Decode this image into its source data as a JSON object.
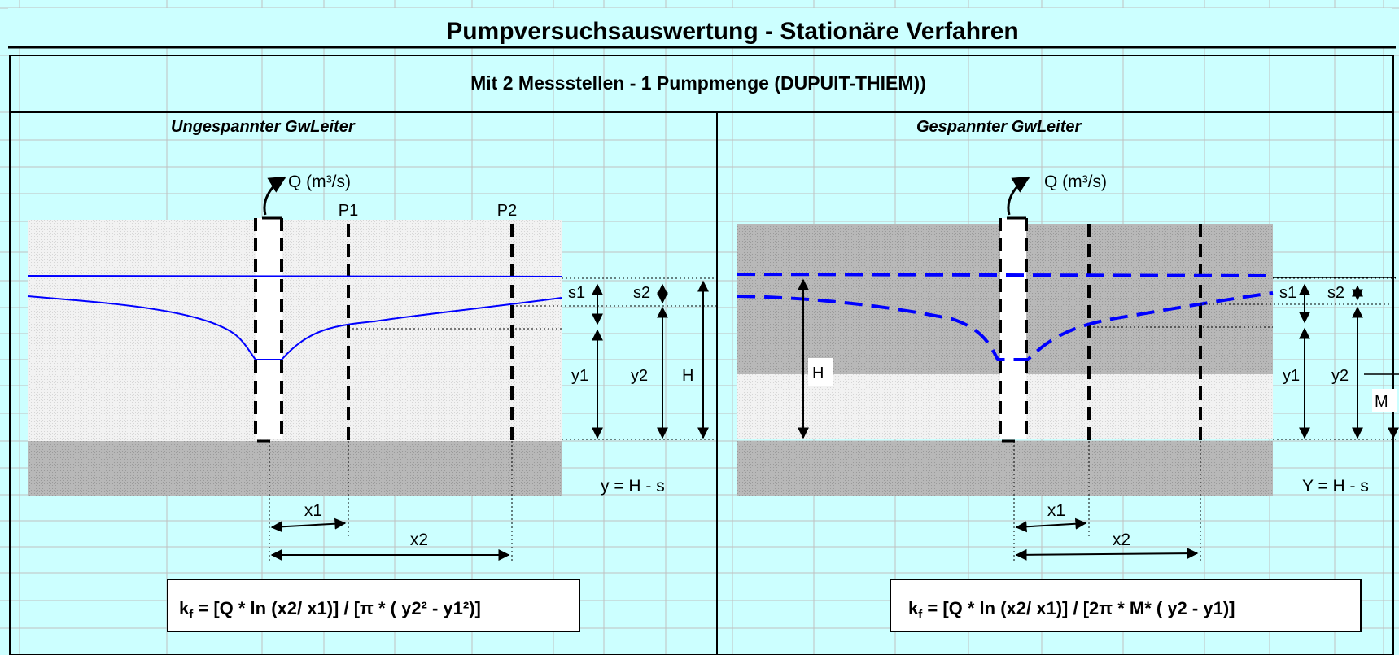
{
  "title": "Pumpversuchsauswertung - Stationäre Verfahren",
  "subtitle": "Mit 2 Messstellen - 1 Pumpmenge (DUPUIT-THIEM))",
  "left": {
    "heading": "Ungespannter GwLeiter",
    "q_label": "Q (m³/s)",
    "p1": "P1",
    "p2": "P2",
    "s1": "s1",
    "s2": "s2",
    "y1": "y1",
    "y2": "y2",
    "H": "H",
    "relation": "y = H - s",
    "x1": "x1",
    "x2": "x2",
    "formula_k": "k",
    "formula_sub": "f",
    "formula_rest": " = [Q  * ln (x2/ x1)] / [π * ( y2² - y1²)]"
  },
  "right": {
    "heading": "Gespannter GwLeiter",
    "q_label": "Q (m³/s)",
    "s1": "s1",
    "s2": "s2",
    "y1": "y1",
    "y2": "y2",
    "H": "H",
    "M": "M",
    "relation": "Y = H - s",
    "x1": "x1",
    "x2": "x2",
    "formula_k": "k",
    "formula_sub": "f",
    "formula_rest": " = [Q * ln (x2/ x1)] / [2π * M* ( y2 - y1)]"
  },
  "colors": {
    "background": "#ccffff",
    "grid": "#c0c0c0",
    "water_line": "#0000ff",
    "aquifer_light": "#f0f0f0",
    "aquifer_dark": "#b4b4b4"
  },
  "icons": [
    "pump-arrow-icon",
    "dimension-arrow-icon"
  ]
}
